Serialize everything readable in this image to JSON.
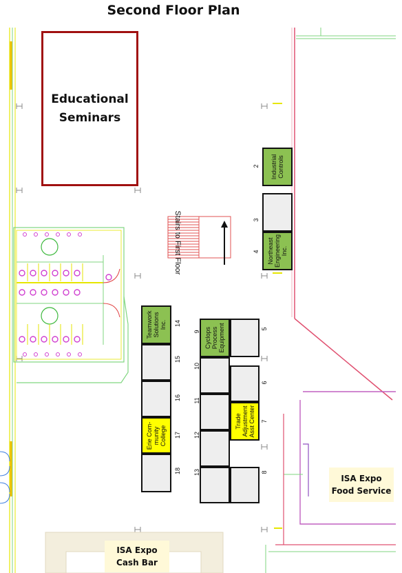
{
  "title": "Second Floor Plan",
  "seminars": {
    "line1": "Educational",
    "line2": "Seminars"
  },
  "stairs": {
    "label": "Stairs to First Floor"
  },
  "booths": [
    {
      "number": "2",
      "lines": [
        "Industrial",
        "Controls"
      ],
      "status": "green"
    },
    {
      "number": "3",
      "lines": [],
      "status": "empty"
    },
    {
      "number": "4",
      "lines": [
        "Northeast",
        "Engineering",
        "Inc."
      ],
      "status": "green"
    },
    {
      "number": "5",
      "lines": [],
      "status": "empty"
    },
    {
      "number": "6",
      "lines": [],
      "status": "empty"
    },
    {
      "number": "7",
      "lines": [
        "Trade",
        "Adjustment",
        "Asst Center"
      ],
      "status": "yellow"
    },
    {
      "number": "8",
      "lines": [],
      "status": "empty"
    },
    {
      "number": "9",
      "lines": [
        "Cyclops",
        "Process",
        "Equipment"
      ],
      "status": "green"
    },
    {
      "number": "10",
      "lines": [],
      "status": "empty"
    },
    {
      "number": "11",
      "lines": [],
      "status": "empty"
    },
    {
      "number": "12",
      "lines": [],
      "status": "empty"
    },
    {
      "number": "13",
      "lines": [],
      "status": "empty"
    },
    {
      "number": "14",
      "lines": [
        "Teamwork",
        "Solutions",
        "Inc."
      ],
      "status": "green"
    },
    {
      "number": "15",
      "lines": [],
      "status": "empty"
    },
    {
      "number": "16",
      "lines": [],
      "status": "empty"
    },
    {
      "number": "17",
      "lines": [
        "Erie Com-",
        "munity",
        "College"
      ],
      "status": "yellow"
    },
    {
      "number": "18",
      "lines": [],
      "status": "empty"
    }
  ],
  "food_service": {
    "line1": "ISA Expo",
    "line2": "Food Service"
  },
  "cash_bar": {
    "line1": "ISA Expo",
    "line2": "Cash Bar"
  },
  "colors": {
    "green_booth": "#8cc152",
    "yellow_booth": "#ffff00",
    "empty_booth": "#eeeeee",
    "seminar_border": "#a01010",
    "callout_bg": "#fff9d8"
  }
}
